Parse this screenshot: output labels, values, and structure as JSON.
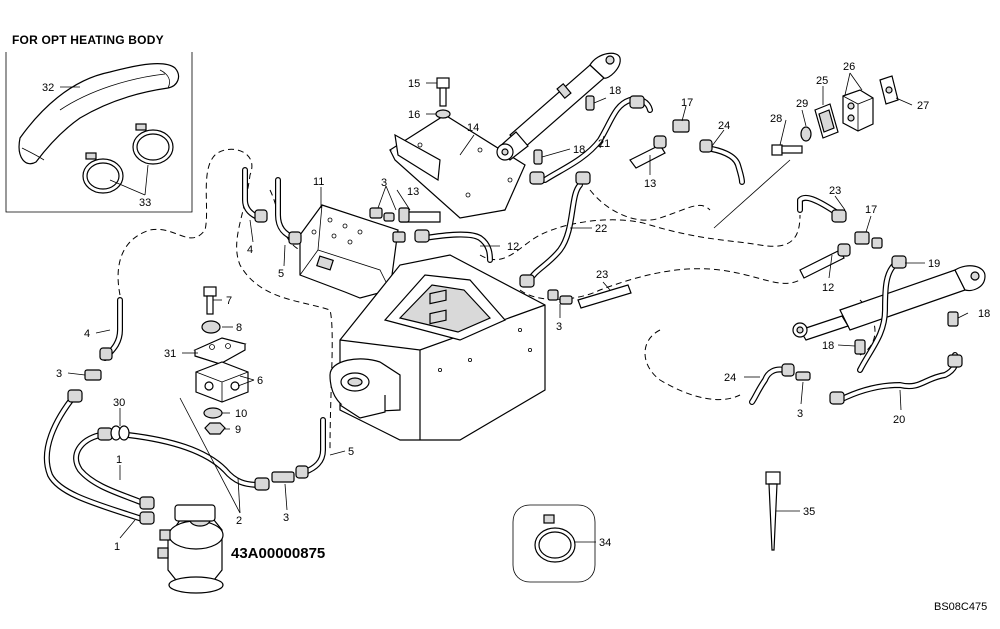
{
  "header": {
    "title": "FOR OPT HEATING BODY"
  },
  "part_number": "43A00000875",
  "drawing_code": "BS08C475",
  "callouts": {
    "c32": "32",
    "c33": "33",
    "c15": "15",
    "c16": "16",
    "c14": "14",
    "c18a": "18",
    "c18b": "18",
    "c17a": "17",
    "c24a": "24",
    "c21": "21",
    "c13a": "13",
    "c13b": "13",
    "c11": "11",
    "c3a": "3",
    "c4a": "4",
    "c5a": "5",
    "c12a": "12",
    "c22": "22",
    "c23a": "23",
    "c3b": "3",
    "c28": "28",
    "c29": "29",
    "c25": "25",
    "c26": "26",
    "c27": "27",
    "c23b": "23",
    "c17b": "17",
    "c19": "19",
    "c12b": "12",
    "c18c": "18",
    "c18d": "18",
    "c24b": "24",
    "c3c": "3",
    "c20": "20",
    "c7": "7",
    "c8": "8",
    "c31": "31",
    "c6": "6",
    "c10": "10",
    "c9": "9",
    "c4b": "4",
    "c3d": "3",
    "c30": "30",
    "c1a": "1",
    "c1b": "1",
    "c2": "2",
    "c3e": "3",
    "c5b": "5",
    "c35": "35",
    "c34": "34"
  }
}
